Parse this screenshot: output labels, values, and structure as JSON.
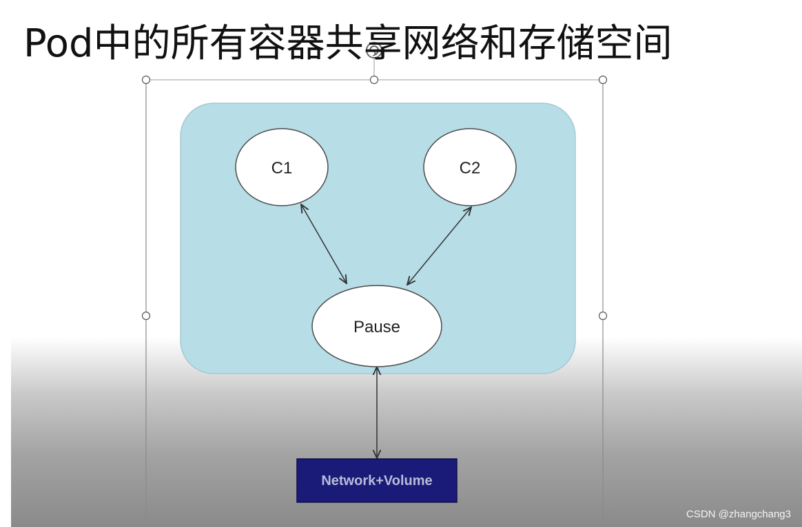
{
  "slide": {
    "title": "Pod中的所有容器共享网络和存储空间"
  },
  "diagram": {
    "nodes": {
      "c1": "C1",
      "c2": "C2",
      "pause": "Pause",
      "storage": "Network+Volume"
    }
  },
  "colors": {
    "pod_fill": "#b7dde6",
    "pod_stroke": "#a8c8d2",
    "node_fill": "#ffffff",
    "node_stroke": "#4a4a4a",
    "storage_fill": "#1a1a78",
    "storage_text": "#b8bdd8"
  },
  "footer": {
    "watermark": "CSDN @zhangchang3"
  }
}
